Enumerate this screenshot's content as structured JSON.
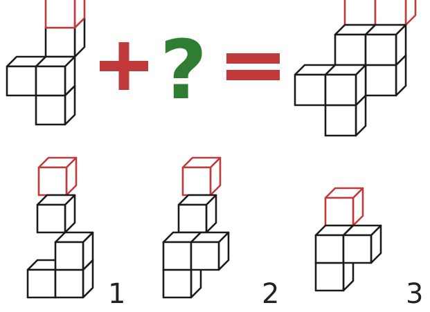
{
  "colors": {
    "stroke": "#1a1a1a",
    "highlight": "#c0393b",
    "operator": "#c0393b",
    "question": "#2e7d32",
    "face": "#ffffff"
  },
  "equation": {
    "question_mark": "?"
  },
  "options": [
    {
      "label": "1"
    },
    {
      "label": "2"
    },
    {
      "label": "3"
    }
  ]
}
